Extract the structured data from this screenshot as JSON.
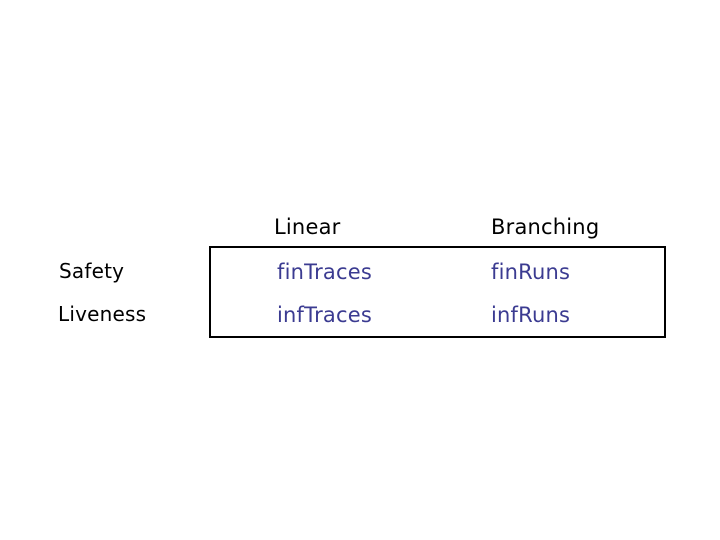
{
  "slide": {
    "background_color": "#ffffff",
    "text_color": "#000000",
    "cell_text_color": "#3b3b91",
    "border_color": "#000000"
  },
  "matrix": {
    "corner_label": "",
    "column_headers": [
      {
        "key": "linear",
        "label": "Linear"
      },
      {
        "key": "branching",
        "label": "Branching"
      }
    ],
    "row_headers": [
      {
        "key": "safety",
        "label": "Safety"
      },
      {
        "key": "liveness",
        "label": "Liveness"
      }
    ],
    "cells": [
      {
        "row": "safety",
        "column": "linear",
        "label": "finTraces"
      },
      {
        "row": "safety",
        "column": "branching",
        "label": "finRuns"
      },
      {
        "row": "liveness",
        "column": "linear",
        "label": "infTraces"
      },
      {
        "row": "liveness",
        "column": "branching",
        "label": "infRuns"
      }
    ]
  }
}
